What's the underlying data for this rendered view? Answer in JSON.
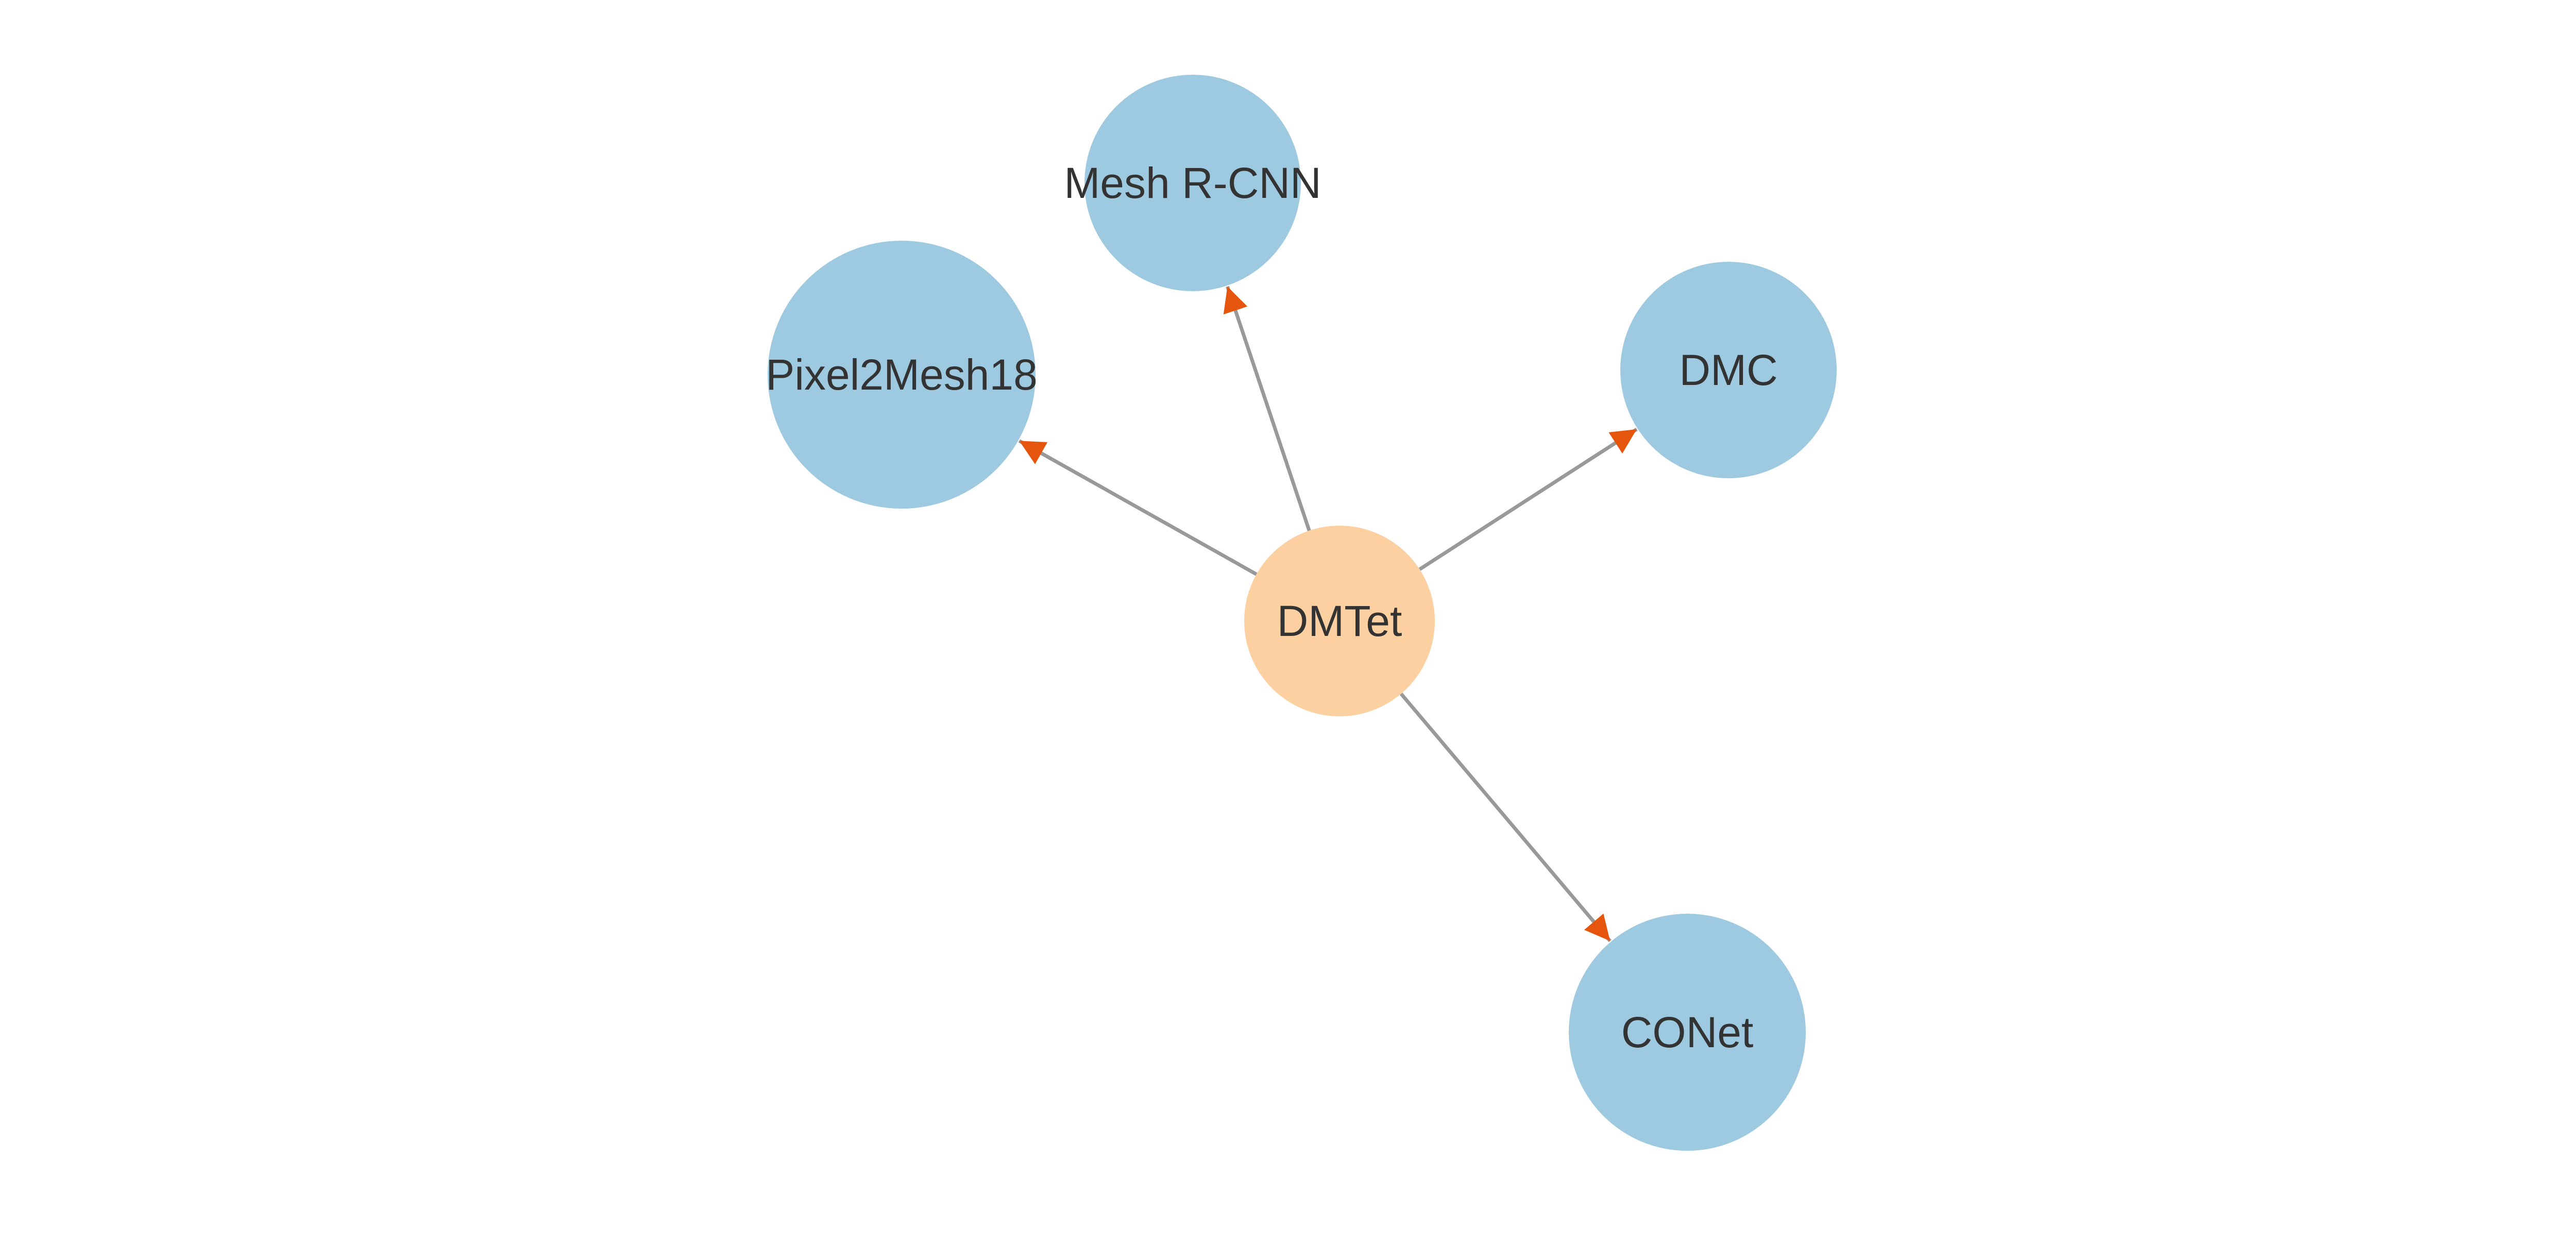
{
  "diagram": {
    "nodes": [
      {
        "id": "dmtet",
        "label": "DMTet",
        "role": "center",
        "color": "#fdd0a2"
      },
      {
        "id": "mesh-rcnn",
        "label": "Mesh R-CNN",
        "role": "leaf",
        "color": "#9ecae1"
      },
      {
        "id": "pixel2mesh18",
        "label": "Pixel2Mesh18",
        "role": "leaf",
        "color": "#9ecae1"
      },
      {
        "id": "dmc",
        "label": "DMC",
        "role": "leaf",
        "color": "#9ecae1"
      },
      {
        "id": "conet",
        "label": "CONet",
        "role": "leaf",
        "color": "#9ecae1"
      }
    ],
    "edges": [
      {
        "from": "dmtet",
        "to": "mesh-rcnn"
      },
      {
        "from": "dmtet",
        "to": "pixel2mesh18"
      },
      {
        "from": "dmtet",
        "to": "dmc"
      },
      {
        "from": "dmtet",
        "to": "conet"
      }
    ],
    "colors": {
      "edge": "#999999",
      "arrowhead": "#e6550d",
      "label": "#333333"
    }
  }
}
